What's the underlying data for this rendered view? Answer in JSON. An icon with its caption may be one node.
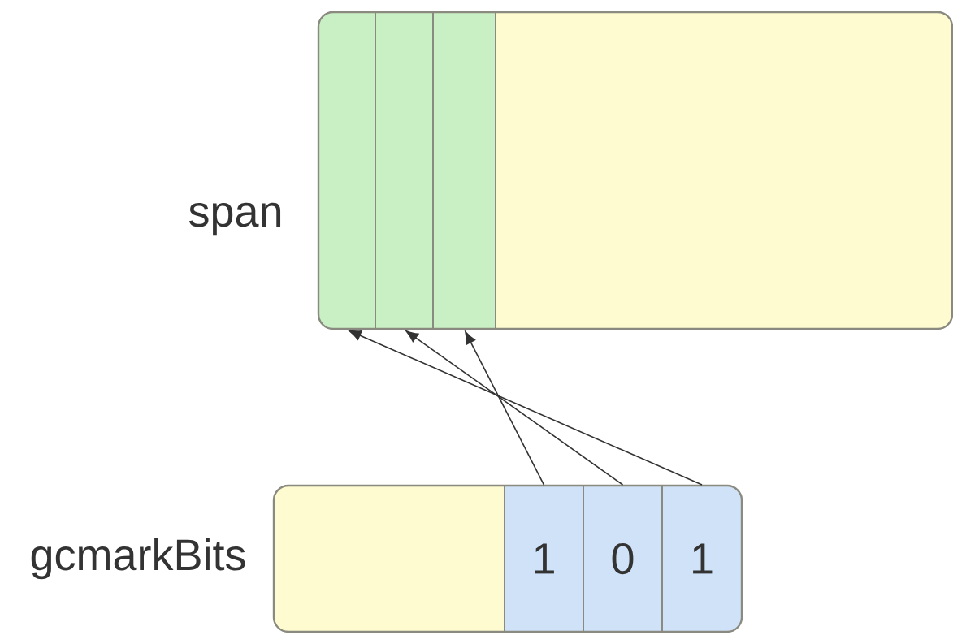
{
  "diagram": {
    "nodes": [
      {
        "text": [
          "span"
        ]
      },
      {
        "text": [],
        "shape": "box",
        "in": 0
      },
      {
        "text": [],
        "shape": "box",
        "in": 0
      },
      {
        "text": [],
        "shape": "box",
        "in": 0
      },
      {
        "text": [],
        "shape": "box",
        "in": 0
      },
      {
        "text": [
          "gcmarkBits"
        ]
      },
      {
        "text": [],
        "shape": "box",
        "in": 5
      },
      {
        "text": [
          "1"
        ],
        "in": 5
      },
      {
        "text": [
          "0"
        ],
        "in": 5
      },
      {
        "text": [
          "1"
        ],
        "in": 5
      }
    ],
    "edges": [
      {
        "from": 7,
        "to": 3,
        "arrow": "to"
      },
      {
        "from": 8,
        "to": 2,
        "arrow": "to"
      },
      {
        "from": 9,
        "to": 1,
        "arrow": "to"
      }
    ]
  }
}
